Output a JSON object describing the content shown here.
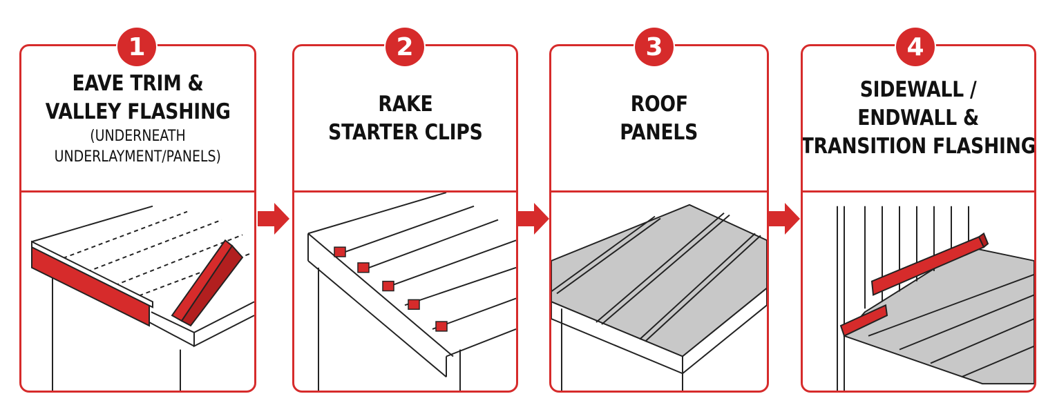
{
  "accent_color": "#d62b2b",
  "steps": [
    {
      "number": "1",
      "title_lines": [
        "EAVE TRIM &",
        "VALLEY FLASHING"
      ],
      "sub_lines": [
        "(UNDERNEATH",
        "UNDERLAYMENT/PANELS)"
      ],
      "icon": "eave-trim-valley-flashing-illustration"
    },
    {
      "number": "2",
      "title_lines": [
        "RAKE",
        "STARTER CLIPS"
      ],
      "sub_lines": [],
      "icon": "rake-starter-clips-illustration"
    },
    {
      "number": "3",
      "title_lines": [
        "ROOF",
        "PANELS"
      ],
      "sub_lines": [],
      "icon": "roof-panels-illustration"
    },
    {
      "number": "4",
      "title_lines": [
        "SIDEWALL /",
        "ENDWALL &",
        "TRANSITION FLASHING"
      ],
      "sub_lines": [],
      "icon": "sidewall-endwall-flashing-illustration"
    }
  ]
}
